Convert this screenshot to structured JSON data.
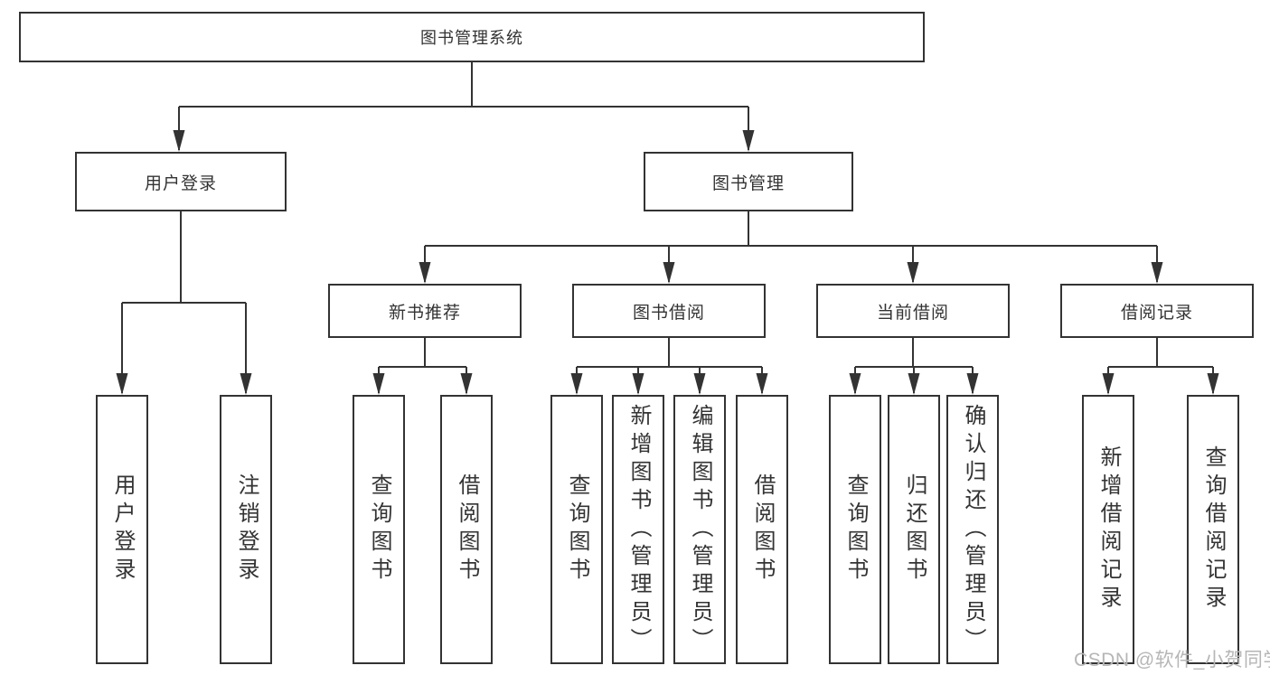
{
  "diagram": {
    "root": "图书管理系统",
    "user_login": {
      "label": "用户登录",
      "children": [
        "用户登录",
        "注销登录"
      ]
    },
    "book_management": {
      "label": "图书管理",
      "sections": [
        {
          "label": "新书推荐",
          "children": [
            "查询图书",
            "借阅图书"
          ]
        },
        {
          "label": "图书借阅",
          "children": [
            "查询图书",
            "新增图书（管理员）",
            "编辑图书（管理员）",
            "借阅图书"
          ]
        },
        {
          "label": "当前借阅",
          "children": [
            "查询图书",
            "归还图书",
            "确认归还（管理员）"
          ]
        },
        {
          "label": "借阅记录",
          "children": [
            "新增借阅记录",
            "查询借阅记录"
          ]
        }
      ]
    }
  },
  "watermark": "CSDN @软件_小贺同学",
  "colors": {
    "line": "#333333",
    "text": "#333333",
    "watermark": "#b6b6b6",
    "background": "#ffffff"
  }
}
